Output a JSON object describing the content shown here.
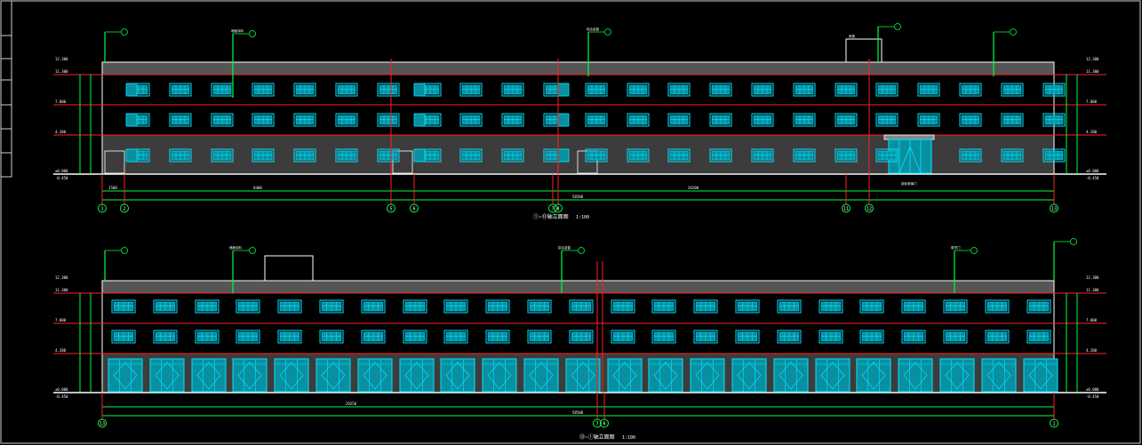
{
  "colors": {
    "background": "#000000",
    "line": "#ffffff",
    "axis": "#ff2020",
    "dimension": "#00ff40",
    "window": "#00e5ff",
    "glass": "#0a8fa0",
    "hatch": "#444444",
    "parapet": "#555555",
    "frame_gray": "#cfcfcf"
  },
  "elevation_upper": {
    "title": "①~⑬轴立面图",
    "scale": "1:100",
    "axis_labels": [
      "1",
      "2",
      "5",
      "6",
      "7",
      "8",
      "11",
      "12",
      "13"
    ],
    "level_labels": [
      "12.300",
      "11.300",
      "7.800",
      "4.200",
      "±0.000",
      "-0.450"
    ],
    "dimension_texts": [
      "1500",
      "8400",
      "34200",
      "58500"
    ],
    "annotation_texts": [
      "钢化玻璃门",
      "雨篷",
      "墙面涂料",
      "铝合金窗"
    ]
  },
  "elevation_lower": {
    "title": "⑬~①轴立面图",
    "scale": "1:100",
    "axis_labels": [
      "13",
      "7",
      "6",
      "1"
    ],
    "level_labels": [
      "12.300",
      "11.300",
      "7.800",
      "4.200",
      "±0.000",
      "-0.450"
    ],
    "dimension_texts": [
      "29250",
      "58500"
    ],
    "annotation_texts": [
      "墙面涂料",
      "铝合金窗",
      "卷帘门"
    ]
  }
}
